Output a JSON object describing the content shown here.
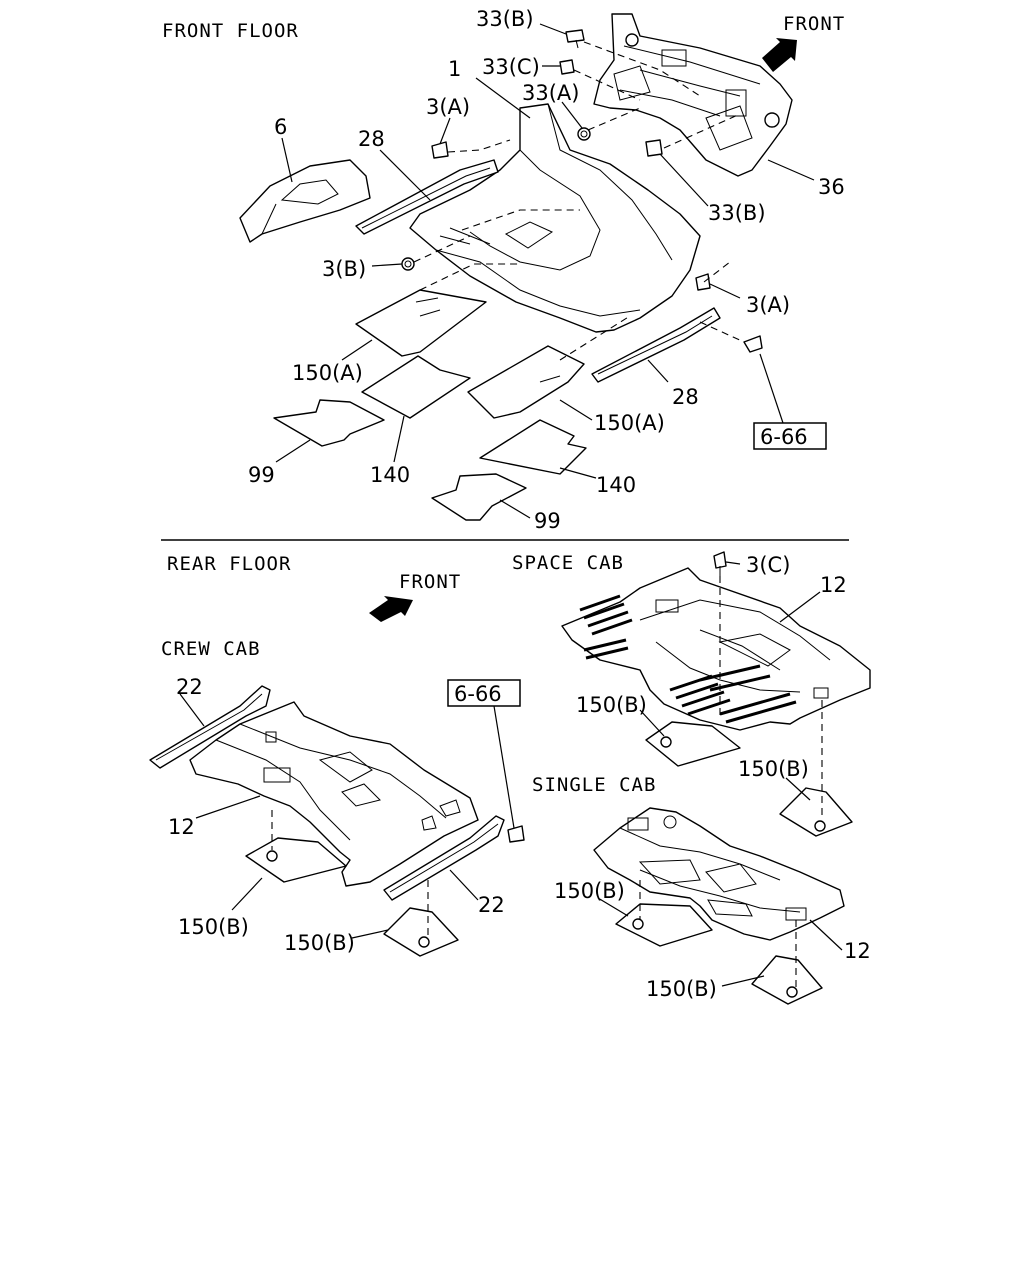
{
  "titles": {
    "front_floor": "FRONT FLOOR",
    "rear_floor": "REAR FLOOR",
    "crew_cab": "CREW CAB",
    "space_cab": "SPACE CAB",
    "single_cab": "SINGLE CAB"
  },
  "front_arrows": [
    "FRONT",
    "FRONT"
  ],
  "labels": {
    "f_33b_top": "33(B)",
    "f_33c": "33(C)",
    "f_1": "1",
    "f_33a": "33(A)",
    "f_3a_top": "3(A)",
    "f_28_left": "28",
    "f_6": "6",
    "f_36": "36",
    "f_33b_right": "33(B)",
    "f_3b": "3(B)",
    "f_3a_right": "3(A)",
    "f_150a_left": "150(A)",
    "f_28_right": "28",
    "f_150a_right": "150(A)",
    "f_ref": "6-66",
    "f_99_left": "99",
    "f_140_left": "140",
    "f_140_right": "140",
    "f_99_right": "99",
    "c_22_top": "22",
    "c_12": "12",
    "c_150b_left": "150(B)",
    "c_150b_right": "150(B)",
    "c_22_bottom": "22",
    "c_ref": "6-66",
    "s_3c": "3(C)",
    "s_12": "12",
    "s_150b_left": "150(B)",
    "s_150b_right": "150(B)",
    "g_150b_left": "150(B)",
    "g_12": "12",
    "g_150b_bottom": "150(B)"
  }
}
